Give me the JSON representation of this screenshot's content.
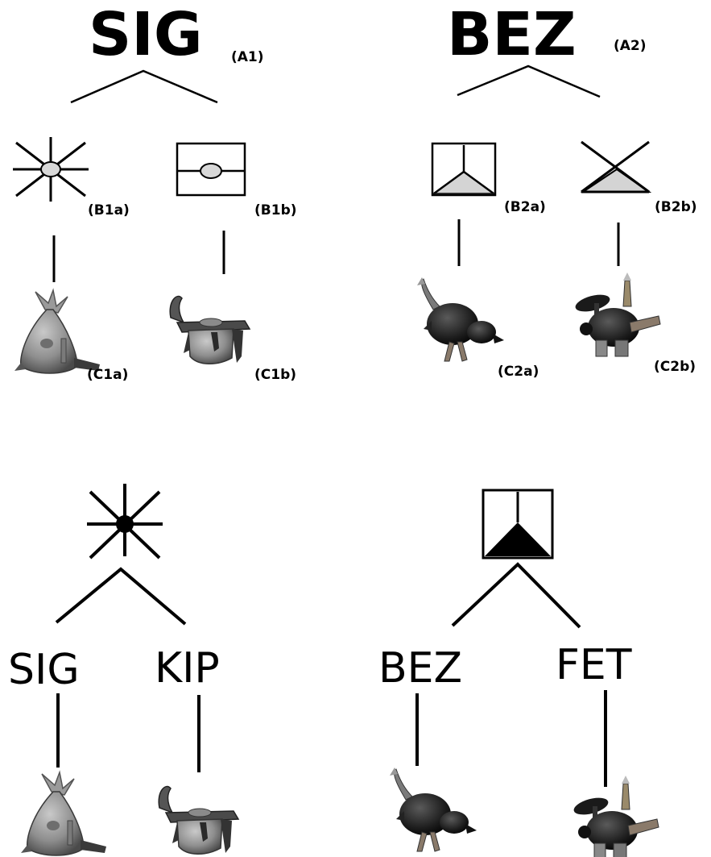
{
  "top": {
    "left_tree": {
      "root_word": "SIG",
      "root_tag": "(A1)",
      "nodes": [
        {
          "symbol": "star-oval-symbol",
          "label_prefix": "(B1",
          "label_bold": "a",
          "label_suffix": ")",
          "object": "cone-object",
          "obj_label_prefix": "(C1",
          "obj_label_bold": "a",
          "obj_label_suffix": ")"
        },
        {
          "symbol": "box-oval-symbol",
          "label_prefix": "(B1",
          "label_bold": "b",
          "label_suffix": ")",
          "object": "kettle-object",
          "obj_label_prefix": "(C1",
          "obj_label_bold": "b",
          "obj_label_suffix": ")"
        }
      ]
    },
    "right_tree": {
      "root_word": "BEZ",
      "root_tag": "(A2)",
      "nodes": [
        {
          "symbol": "box-triangle-symbol",
          "label_prefix": "(B2",
          "label_bold": "a",
          "label_suffix": ")",
          "object": "dark-creature-object",
          "obj_label_prefix": "(C2",
          "obj_label_bold": "a",
          "obj_label_suffix": ")"
        },
        {
          "symbol": "cross-triangle-symbol",
          "label_prefix": "(B2",
          "label_bold": "b",
          "label_suffix": ")",
          "object": "dark-hat-creature-object",
          "obj_label_prefix": "(C2",
          "obj_label_bold": "b",
          "obj_label_suffix": ")"
        }
      ]
    }
  },
  "bottom": {
    "left_tree": {
      "symbol": "star-filled-symbol",
      "words": [
        "SIG",
        "KIP"
      ]
    },
    "right_tree": {
      "symbol": "box-filled-triangle-symbol",
      "words": [
        "BEZ",
        "FET"
      ]
    }
  }
}
